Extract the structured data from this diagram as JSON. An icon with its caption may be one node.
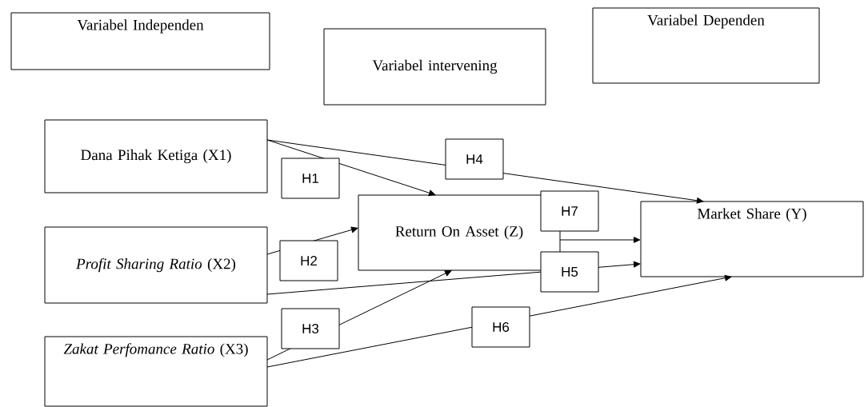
{
  "diagram": {
    "nodes": [
      {
        "text": [
          "Variabel Independen"
        ]
      },
      {
        "text": [
          "Variabel intervening"
        ]
      },
      {
        "text": [
          "Variabel Dependen"
        ]
      },
      {
        "text": [
          "Dana Pihak Ketiga (X1)"
        ]
      },
      {
        "text": [
          "*Profit Sharing Ratio* (X2)"
        ]
      },
      {
        "text": [
          "*Zakat Perfomance Ratio* (X3)"
        ]
      },
      {
        "text": [
          "Return On Asset (Z)"
        ]
      },
      {
        "text": [
          "Market Share (Y)"
        ]
      }
    ],
    "edges": [
      {
        "from": 3,
        "to": 6,
        "arrow": "to",
        "label": "H1"
      },
      {
        "from": 4,
        "to": 6,
        "arrow": "to",
        "label": "H2"
      },
      {
        "from": 5,
        "to": 6,
        "arrow": "to",
        "label": "H3"
      },
      {
        "from": 3,
        "to": 7,
        "arrow": "to",
        "label": "H4"
      },
      {
        "from": 4,
        "to": 7,
        "arrow": "to",
        "label": "H5"
      },
      {
        "from": 5,
        "to": 7,
        "arrow": "to",
        "label": "H6"
      },
      {
        "from": 6,
        "to": 7,
        "arrow": "to",
        "label": "H7"
      }
    ]
  }
}
